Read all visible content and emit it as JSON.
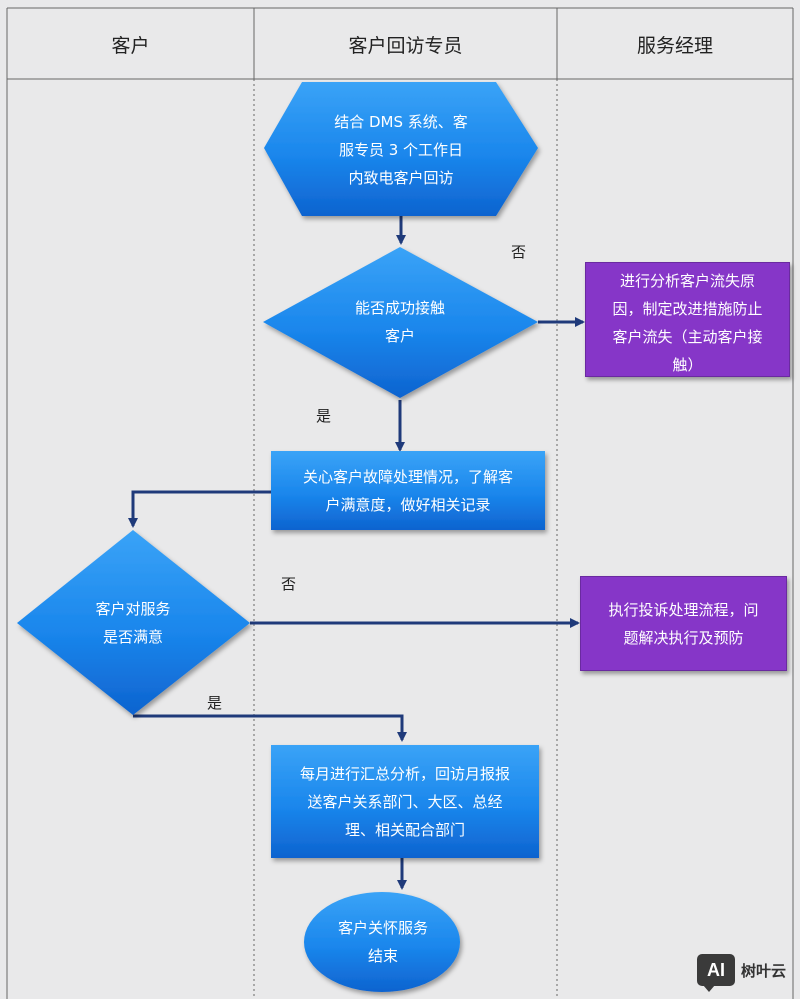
{
  "columns": [
    "客户",
    "客户回访专员",
    "服务经理"
  ],
  "nodes": {
    "start": "结合 DMS 系统、客\n服专员 3 个工作日\n内致电客户回访",
    "contact_decision": "能否成功接触\n客户",
    "care": "关心客户故障处理情况，了解客\n户满意度，做好相关记录",
    "satisfied_decision": "客户对服务\n是否满意",
    "analysis_box": "进行分析客户流失原\n因，制定改进措施防止\n客户流失（主动客户接\n触）",
    "complaint_box": "执行投诉处理流程，问\n题解决执行及预防",
    "summary": "每月进行汇总分析，回访月报报\n送客户关系部门、大区、总经\n理、相关配合部门",
    "end": "客户关怀服务\n结束"
  },
  "edge_labels": {
    "contact_no": "否",
    "contact_yes": "是",
    "satisfied_no": "否",
    "satisfied_yes": "是"
  },
  "colors": {
    "blue": "#1e8ef0",
    "blue_dark": "#0d5fc4",
    "purple": "#8636c8",
    "arrow": "#1f3a7a"
  },
  "watermark": {
    "mark": "AI",
    "text": "树叶云"
  }
}
